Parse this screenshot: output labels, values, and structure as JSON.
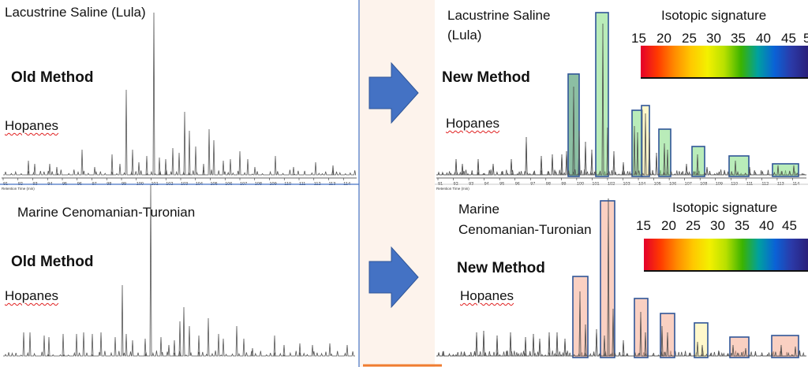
{
  "top_left": {
    "title": "Lacustrine Saline (Lula)",
    "method": "Old Method",
    "compound": "Hopanes",
    "axis_ticks": [
      "91",
      "92",
      "93",
      "94",
      "95",
      "96",
      "97",
      "98",
      "99",
      "100",
      "101",
      "102",
      "103",
      "104",
      "105",
      "106",
      "107",
      "108",
      "109",
      "110",
      "111",
      "112",
      "113",
      "114"
    ],
    "axis_caption": "Retention Time (min)"
  },
  "top_right": {
    "title_line1": "Lacustrine Saline",
    "title_line2": "(Lula)",
    "method": "New Method",
    "compound": "Hopanes",
    "legend_title": "Isotopic signature",
    "legend_ticks": [
      "15",
      "20",
      "25",
      "30",
      "35",
      "40",
      "45",
      "5"
    ],
    "axis_ticks": [
      "91",
      "92",
      "93",
      "94",
      "95",
      "96",
      "97",
      "98",
      "99",
      "100",
      "101",
      "102",
      "103",
      "104",
      "105",
      "106",
      "107",
      "108",
      "109",
      "110",
      "111",
      "112",
      "113",
      "114"
    ],
    "axis_caption": "Retention Time (min)"
  },
  "bottom_left": {
    "title": "Marine Cenomanian-Turonian",
    "method": "Old Method",
    "compound": "Hopanes"
  },
  "bottom_right": {
    "title_line1": "Marine",
    "title_line2": "Cenomanian-Turonian",
    "method": "New Method",
    "compound": "Hopanes",
    "legend_title": "Isotopic signature",
    "legend_ticks": [
      "15",
      "20",
      "25",
      "30",
      "35",
      "40",
      "45"
    ]
  },
  "colors": {
    "arrow": "#4472c4",
    "arrow_edge": "#2f5597",
    "green_box": "#7fdc7f",
    "green_dark": "#2e8b57",
    "yellow_box": "#fff3a0",
    "salmon_box": "#f5a98f",
    "box_edge": "#2f5597",
    "trace": "#555555",
    "panel_divider": "#4472c4",
    "gap_bg": "#fdf3ec",
    "bottom_line": "#f07c30"
  },
  "isotope_boxes_top": [
    {
      "color": "green_dark"
    },
    {
      "color": "green_box"
    },
    {
      "color": "green_box"
    },
    {
      "color": "yellow_box"
    },
    {
      "color": "green_box"
    },
    {
      "color": "green_box"
    },
    {
      "color": "green_box"
    },
    {
      "color": "green_box"
    }
  ],
  "isotope_boxes_bottom": [
    {
      "color": "salmon_box"
    },
    {
      "color": "salmon_box"
    },
    {
      "color": "salmon_box"
    },
    {
      "color": "salmon_box"
    },
    {
      "color": "yellow_box"
    },
    {
      "color": "salmon_box"
    },
    {
      "color": "salmon_box"
    }
  ]
}
